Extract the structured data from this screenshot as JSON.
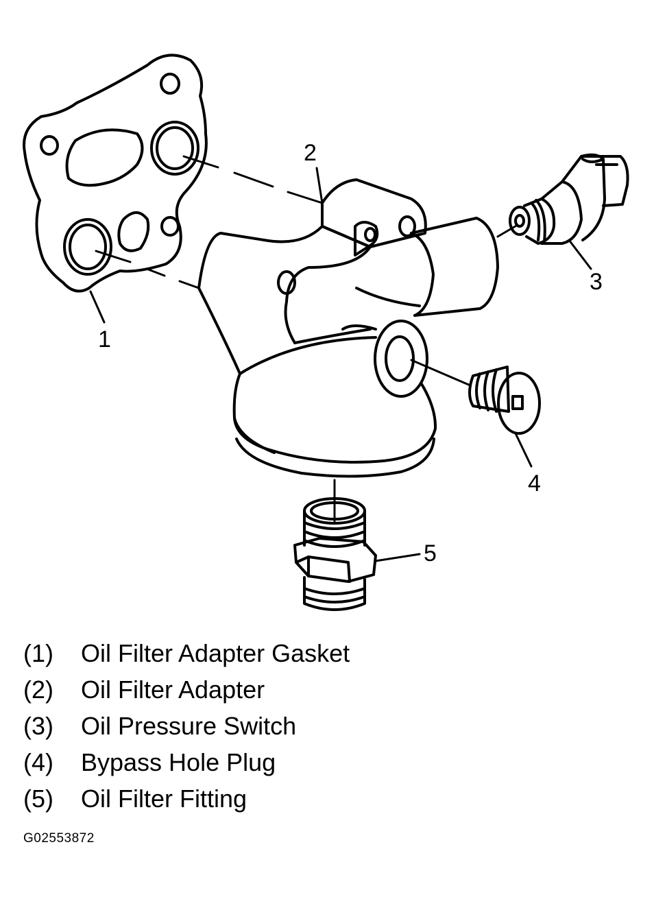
{
  "callouts": [
    "1",
    "2",
    "3",
    "4",
    "5"
  ],
  "legend": [
    {
      "num": "(1)",
      "text": "Oil Filter Adapter Gasket"
    },
    {
      "num": "(2)",
      "text": "Oil Filter Adapter"
    },
    {
      "num": "(3)",
      "text": "Oil Pressure Switch"
    },
    {
      "num": "(4)",
      "text": "Bypass Hole Plug"
    },
    {
      "num": "(5)",
      "text": "Oil Filter Fitting"
    }
  ],
  "figure_id": "G02553872",
  "colors": {
    "ink": "#000000",
    "paper": "#ffffff"
  }
}
